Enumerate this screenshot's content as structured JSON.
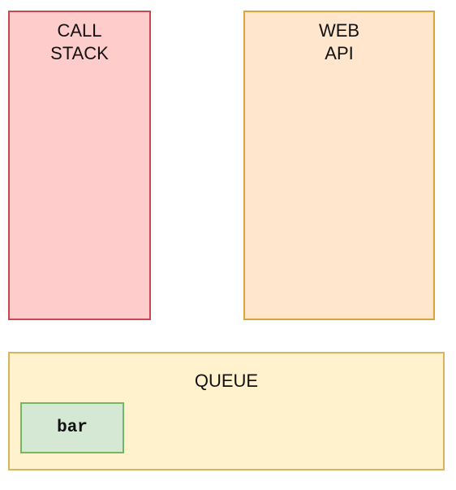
{
  "call_stack": {
    "title_line1": "CALL",
    "title_line2": "STACK",
    "fill": "#ffcccc",
    "stroke": "#c9474f"
  },
  "web_api": {
    "title_line1": "WEB",
    "title_line2": "API",
    "fill": "#ffe6cc",
    "stroke": "#d9a43a"
  },
  "queue": {
    "title": "QUEUE",
    "fill": "#fff2cc",
    "stroke": "#d8b45c",
    "items": [
      {
        "label": "bar",
        "fill": "#d5e8d4",
        "stroke": "#72b862"
      }
    ]
  }
}
